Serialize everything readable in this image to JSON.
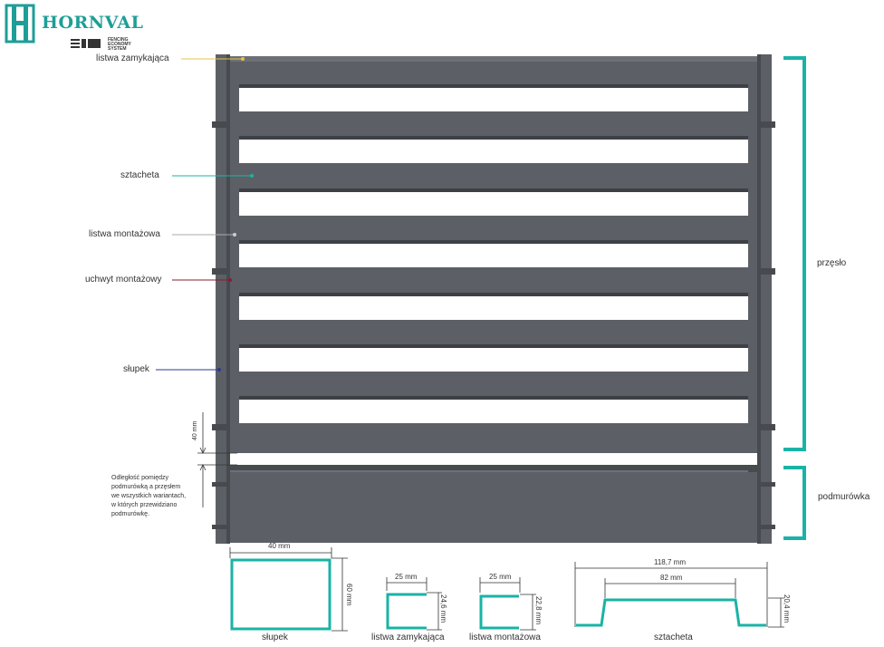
{
  "brand": {
    "name": "HORNVAL",
    "tagline_1": "FENCING",
    "tagline_2": "ECONOMY",
    "tagline_3": "SYSTEM"
  },
  "colors": {
    "accent": "#1ab3a6",
    "panel": "#5c6066",
    "panel_dark": "#474b50",
    "slat_gap": "#ffffff"
  },
  "callouts": {
    "listwa_zamykajaca": "listwa zamykająca",
    "sztacheta": "sztacheta",
    "listwa_montazowa": "listwa montażowa",
    "uchwyt_montazowy": "uchwyt montażowy",
    "slupek": "słupek"
  },
  "brackets": {
    "przeslo": "przęsło",
    "podmurowka": "podmurówka"
  },
  "gap": {
    "dimension": "40 mm",
    "note": "Odległość pomiędzy\npodmurówką a przęsłem\nwe wszystkich wariantach,\nw których przewidziano\npodmurówkę."
  },
  "profiles": {
    "slupek": {
      "caption": "słupek",
      "width": "40 mm",
      "height": "60 mm"
    },
    "listwa_zamykajaca": {
      "caption": "listwa zamykająca",
      "width": "25 mm",
      "height": "24,6 mm"
    },
    "listwa_montazowa": {
      "caption": "listwa montażowa",
      "width": "25 mm",
      "height": "22,8 mm"
    },
    "sztacheta": {
      "caption": "sztacheta",
      "width_total": "118,7 mm",
      "width_inner": "82 mm",
      "height": "20,4 mm"
    }
  }
}
